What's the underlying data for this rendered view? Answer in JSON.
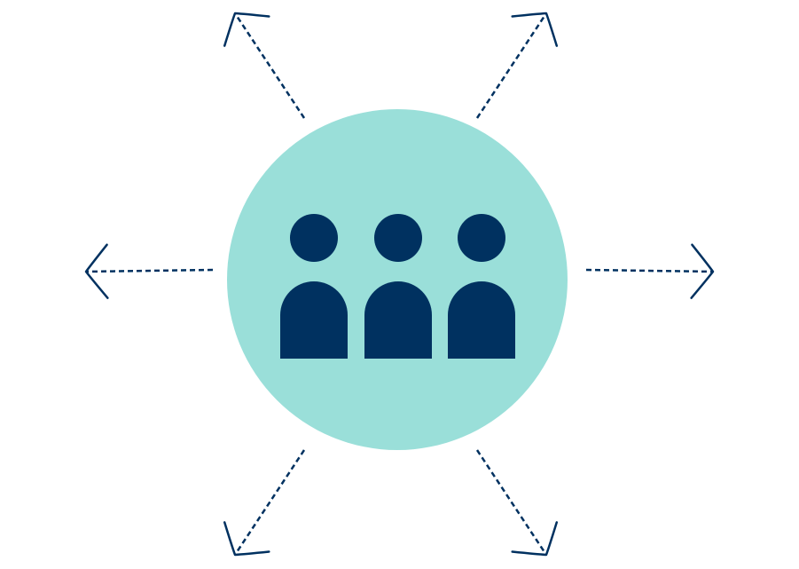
{
  "colors": {
    "circle_fill": "#9ADFD9",
    "figure_fill": "#003160",
    "arrow_stroke": "#003160",
    "background": "#FFFFFF"
  },
  "icon": {
    "name": "group-of-people-icon",
    "people_count": 3
  },
  "arrows": [
    {
      "name": "arrow-up-left",
      "direction": "up-left",
      "style": "dashed"
    },
    {
      "name": "arrow-up-right",
      "direction": "up-right",
      "style": "dashed"
    },
    {
      "name": "arrow-left",
      "direction": "left",
      "style": "dashed"
    },
    {
      "name": "arrow-right",
      "direction": "right",
      "style": "dashed"
    },
    {
      "name": "arrow-down-left",
      "direction": "down-left",
      "style": "dashed"
    },
    {
      "name": "arrow-down-right",
      "direction": "down-right",
      "style": "dashed"
    }
  ]
}
